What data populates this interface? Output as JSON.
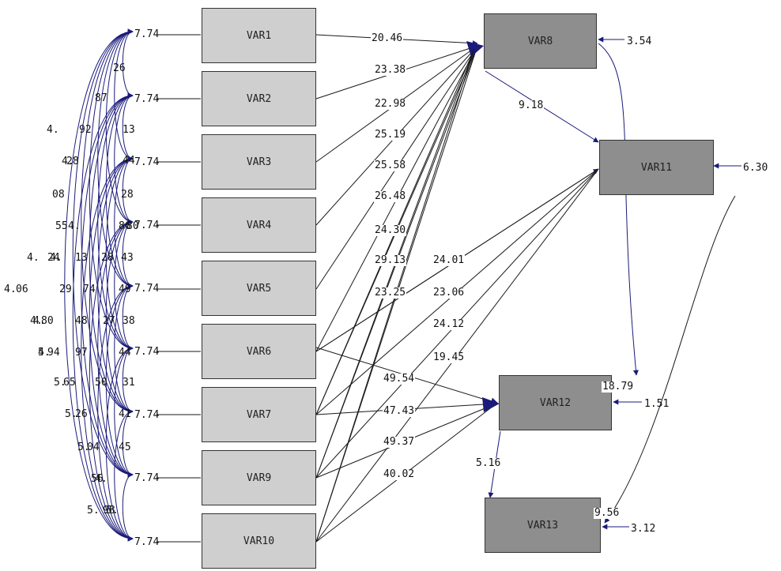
{
  "diagram": {
    "observed_left": [
      "VAR1",
      "VAR2",
      "VAR3",
      "VAR4",
      "VAR5",
      "VAR6",
      "VAR7",
      "VAR9",
      "VAR10"
    ],
    "error_left": [
      "7.74",
      "7.74",
      "7.74",
      "7.74",
      "7.74",
      "7.74",
      "7.74",
      "7.74",
      "7.74"
    ],
    "endogenous": {
      "var8": {
        "name": "VAR8",
        "error": "3.54"
      },
      "var11": {
        "name": "VAR11",
        "error": "6.30"
      },
      "var12": {
        "name": "VAR12",
        "error": "1.51"
      },
      "var13": {
        "name": "VAR13",
        "error": "3.12"
      }
    },
    "paths_to_var8": [
      "20.46",
      "23.38",
      "22.98",
      "25.19",
      "25.58",
      "26.48",
      "24.30",
      "29.13",
      "23.25"
    ],
    "paths_to_var11": [
      "9.18",
      "24.01",
      "23.06",
      "24.12",
      "19.45"
    ],
    "paths_to_var12": [
      "49.54",
      "47.43",
      "49.37",
      "40.02",
      "18.79"
    ],
    "path_to_var13": [
      "5.16",
      "9.56"
    ],
    "covariance_labels": [
      "26",
      "87",
      "13",
      "92",
      "44",
      "28",
      "28",
      "08",
      "80",
      "55",
      "86",
      "24",
      "13",
      "28",
      "43",
      "06",
      "29",
      "74",
      "49",
      "80",
      "48",
      "27",
      "38",
      "94",
      "97",
      "44",
      "65",
      "50",
      "31",
      "26",
      "41",
      "04",
      "45",
      "56",
      "98",
      "4.",
      "4.",
      "4.",
      "4.",
      "4.",
      "4.",
      "4.",
      "4.",
      "4.",
      "5.",
      "5.",
      "5.",
      "5.",
      "4.",
      "5.",
      "5."
    ]
  },
  "colors": {
    "arrow": "#1a1a7a",
    "line": "#1a1a1a",
    "exo_fill": "#cfcfcf",
    "endo_fill": "#8e8e8e"
  }
}
